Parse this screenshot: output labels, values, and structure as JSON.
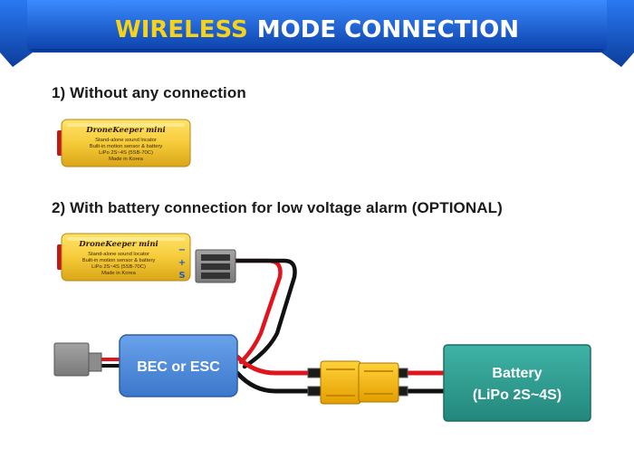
{
  "banner": {
    "title_part1": "WIRELESS",
    "title_part2": "MODE CONNECTION",
    "colors": {
      "dark_blue": "#0a3fa8",
      "mid_blue": "#1a66e0",
      "light_blue": "#3b8bff",
      "yellow": "#f5d21c"
    }
  },
  "sections": [
    {
      "label": "1) Without any connection"
    },
    {
      "label": "2) With battery connection for low voltage alarm (OPTIONAL)"
    }
  ],
  "device": {
    "brand": "DroneKeeper mini",
    "lines": [
      "Stand-alone sound locator",
      "Built-in motion sensor & battery",
      "LiPo 2S~4S (5SB-70C)",
      "Made in Korea"
    ],
    "pin_labels": [
      "−",
      "+",
      "S"
    ],
    "body_color": "#f6cb3a"
  },
  "bec_esc": {
    "label": "BEC or ESC",
    "color": "#4a86d8"
  },
  "battery": {
    "label_line1": "Battery",
    "label_line2": "(LiPo 2S~4S)",
    "color": "#2c9a8e"
  },
  "connector": {
    "color": "#f5b800"
  },
  "wire_colors": {
    "positive": "#e0141c",
    "negative": "#111111"
  }
}
